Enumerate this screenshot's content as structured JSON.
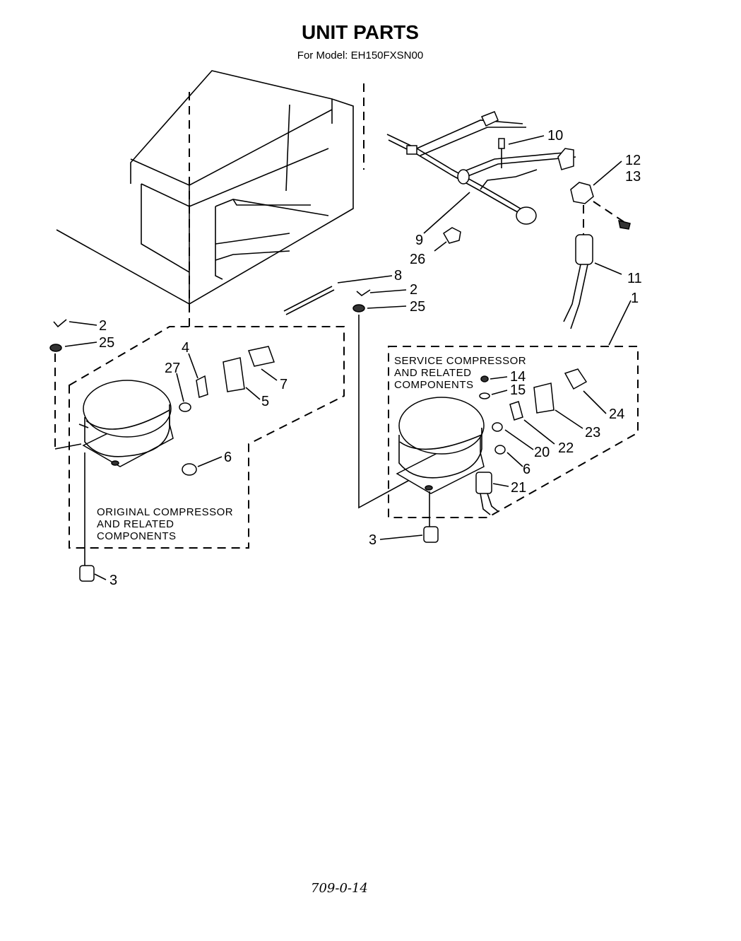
{
  "title": "UNIT PARTS",
  "subtitle": "For Model: EH150FXSN00",
  "boxes": {
    "original": [
      "ORIGINAL COMPRESSOR",
      "AND RELATED",
      "COMPONENTS"
    ],
    "service": [
      "SERVICE COMPRESSOR",
      "AND RELATED",
      "COMPONENTS"
    ]
  },
  "callouts": [
    "10",
    "12",
    "13",
    "9",
    "26",
    "11",
    "8",
    "2",
    "25",
    "1",
    "2",
    "25",
    "4",
    "27",
    "7",
    "5",
    "6",
    "3",
    "14",
    "15",
    "24",
    "23",
    "22",
    "20",
    "6",
    "21",
    "3"
  ],
  "footer_code": "709-0-14"
}
